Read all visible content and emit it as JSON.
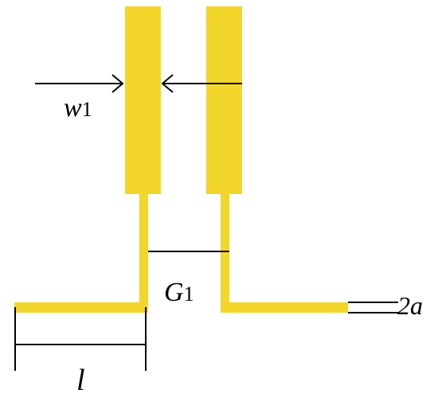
{
  "labels": {
    "w_symbol": "w",
    "w_subscript": "1",
    "g_symbol": "G",
    "g_subscript": "1",
    "l_symbol": "l",
    "a_label": "2a"
  },
  "colors": {
    "conductor": "#F2D62C",
    "dimension_lines": "#000000",
    "background": "#FFFFFF"
  }
}
